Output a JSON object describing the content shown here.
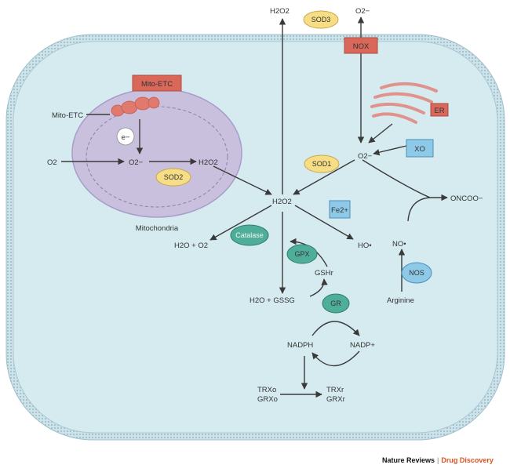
{
  "labels": {
    "h2o2_out": "H2O2",
    "o2_minus_out": "O2−",
    "sod3": "SOD3",
    "nox": "NOX",
    "mito_etc_box": "Mito-ETC",
    "mito_etc_label": "Mito-ETC",
    "electron": "e−",
    "o2_mito": "O2",
    "o2_minus_mito": "O2−",
    "h2o2_mito": "H2O2",
    "sod2": "SOD2",
    "mitochondria": "Mitochondria",
    "er": "ER",
    "o2_minus_cyto": "O2−",
    "xo": "XO",
    "sod1": "SOD1",
    "h2o2_center": "H2O2",
    "fe2": "Fe2+",
    "oncoo": "ONCOO−",
    "catalase": "Catalase",
    "h2o_o2": "H2O + O2",
    "ho_radical": "HO•",
    "no_radical": "NO•",
    "gpx": "GPX",
    "gshr": "GSHr",
    "nos": "NOS",
    "h2o_gssg": "H2O + GSSG",
    "gr": "GR",
    "arginine": "Arginine",
    "nadph": "NADPH",
    "nadp_plus": "NADP+",
    "trxo": "TRXo",
    "grxo": "GRXo",
    "trxr": "TRXr",
    "grxr": "GRXr"
  },
  "credit": {
    "journal": "Nature Reviews",
    "separator": "|",
    "section": "Drug Discovery"
  },
  "colors": {
    "cell_fill": "#d6ebf0",
    "membrane": "#a9c9d4",
    "mito_fill": "#c9c0de",
    "enzyme_yellow": "#f7dd85",
    "enzyme_teal": "#4fae9a",
    "box_red": "#d9675a",
    "box_blue": "#8ec9e8",
    "er": "#e0938c"
  }
}
